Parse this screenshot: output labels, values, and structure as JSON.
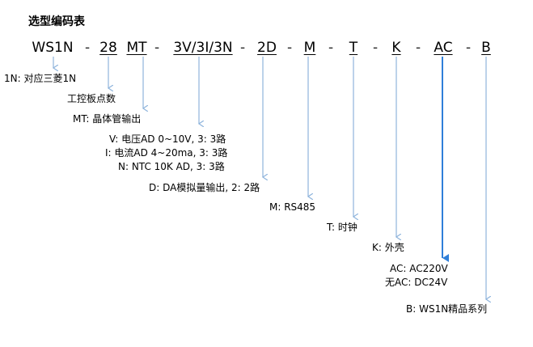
{
  "title": "选型编码表",
  "code_segments": [
    "WS1N",
    "28",
    "MT",
    "3V/3I/3N",
    "2D",
    "M",
    "T",
    "K",
    "AC",
    "B"
  ],
  "separator": "-",
  "labels": {
    "ws1n": "1N: 对应三菱1N",
    "points": "工控板点数",
    "mt": "MT: 晶体管输出",
    "v": "V: 电压AD 0~10V, 3: 3路",
    "i": "I: 电流AD 4~20ma, 3: 3路",
    "n": "N: NTC 10K AD, 3: 3路",
    "d": "D: DA模拟量输出, 2: 2路",
    "m": "M: RS485",
    "t": "T: 时钟",
    "k": "K: 外壳",
    "ac": "AC: AC220V",
    "noac": "无AC: DC24V",
    "b": "B: WS1N精品系列"
  },
  "colors": {
    "arrow": "#8FB4DC",
    "arrow_strong": "#2F7FD9",
    "text": "#000000"
  }
}
